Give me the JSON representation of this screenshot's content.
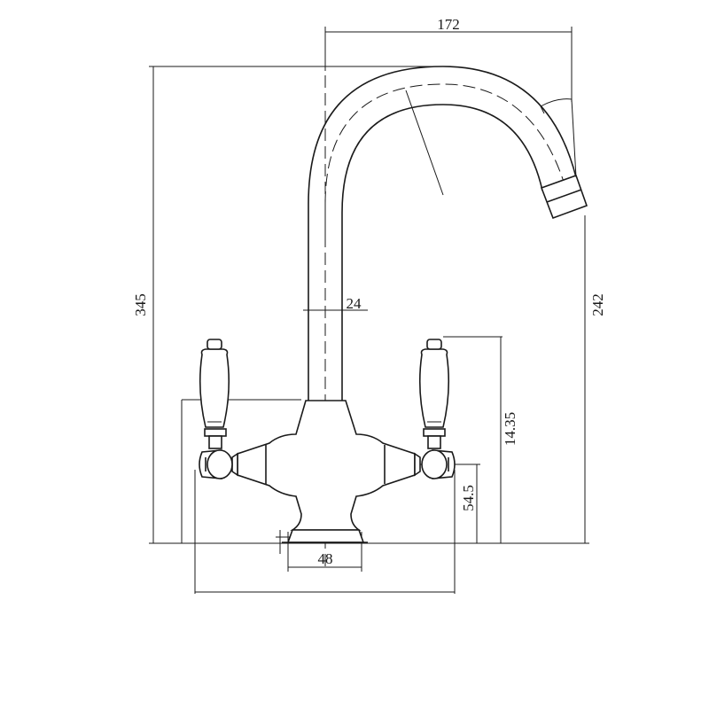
{
  "drawing": {
    "subject": "mixer tap",
    "dimensions": {
      "spout_reach": "172",
      "overall_height": "345",
      "spout_height": "242",
      "body_diameter": "24",
      "lever_height": "14.35",
      "handle_axis_height": "54.5",
      "base_diameter": "48"
    },
    "colors": {
      "line": "#1a1a1a",
      "background": "#ffffff"
    }
  }
}
